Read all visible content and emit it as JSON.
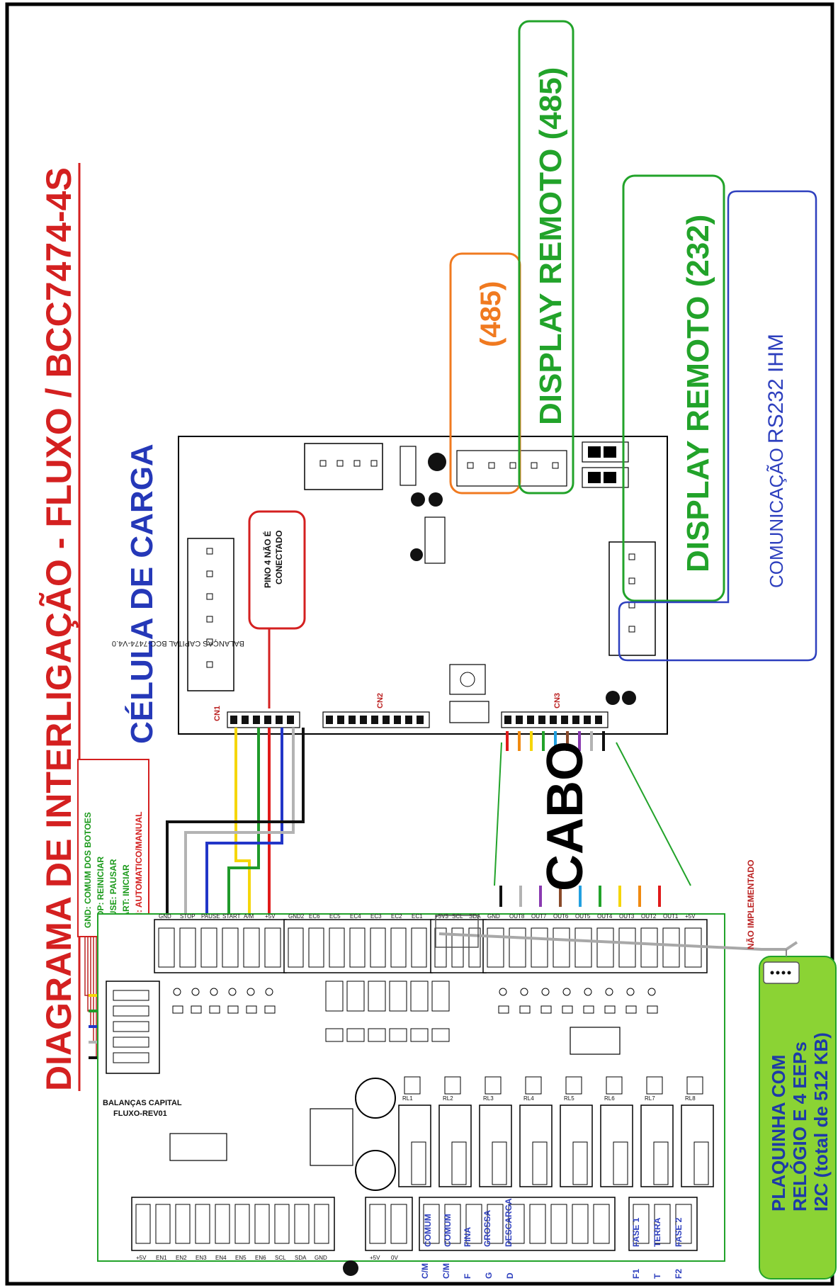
{
  "title": "DIAGRAMA DE INTERLIGAÇÃO - FLUXO / BCC7474-4S",
  "labels": {
    "celula_de_carga": "CÉLULA DE CARGA",
    "cabo": "CABO",
    "display_485_short": "(485)",
    "display_485": "DISPLAY REMOTO (485)",
    "display_232": "DISPLAY REMOTO (232)",
    "comunicacao_prefix": "COMUNICAÇÃO",
    "comunicacao_suffix": "RS232  IHM",
    "pino4": [
      "PINO 4 NÃO É",
      "CONECTADO"
    ],
    "board_silk": "BALANÇAS CAPITAL BCC-7474-V4.0",
    "cn1": "CN1",
    "cn2": "CN2",
    "cn3": "CN3",
    "nao_implementado": "NÃO IMPLEMENTADO",
    "plaquinha": [
      "PLAQUINHA COM",
      "RELÓGIO E 4 EEPs",
      "I2C (total de 512 KB)"
    ],
    "fluxo_board": [
      "BALANÇAS CAPITAL",
      "FLUXO-REV01"
    ]
  },
  "legend": [
    {
      "text": "GND: COMUM DOS BOTOES",
      "color": "#1a9a1a"
    },
    {
      "text": "STOP: REINICIAR",
      "color": "#1a9a1a"
    },
    {
      "text": "PAUSE: PAUSAR",
      "color": "#1a9a1a"
    },
    {
      "text": "START: INICIAR",
      "color": "#1a9a1a"
    },
    {
      "text": "A/M: AUTOMATICO/MANUAL",
      "color": "#1a9a1a"
    }
  ],
  "top_connectors": [
    "GND",
    "STOP",
    "PAUSE",
    "START",
    "A/M",
    "+5V",
    "GND2",
    "EC6",
    "EC5",
    "EC4",
    "EC3",
    "EC2",
    "EC1",
    "+5V3",
    "SCL",
    "SDA",
    "GND",
    "OUT8",
    "OUT7",
    "OUT6",
    "OUT5",
    "OUT4",
    "OUT3",
    "OUT2",
    "OUT1",
    "+5V"
  ],
  "bottom_connectors": [
    "+5V",
    "EN1",
    "EN2",
    "EN3",
    "EN4",
    "EN5",
    "EN6",
    "SCL",
    "SDA",
    "GND",
    "+5V",
    "0V",
    "C/M",
    "C/M",
    "F",
    "G",
    "D",
    "F1",
    "T",
    "F2"
  ],
  "bottom_labels_blue": [
    "COMUM",
    "COMUM",
    "FINA",
    "GROSSA",
    "DESCARGA",
    "FASE 1",
    "TERRA",
    "FASE 2"
  ],
  "bottom_letters": [
    "C/M",
    "C/M",
    "F",
    "G",
    "D",
    "F1",
    "T",
    "F2"
  ],
  "relays": [
    "RL1",
    "RL2",
    "RL3",
    "RL4",
    "RL5",
    "RL6",
    "RL7",
    "RL8"
  ],
  "colors": {
    "title_red": "#d42020",
    "celula_blue": "#2538b8",
    "orange": "#f07a20",
    "green": "#22a32a",
    "blue_box": "#2d3fbe",
    "red_box": "#d42020",
    "plaquinha_bg": "#8bd334",
    "plaquinha_text": "#1d3aa8"
  },
  "wires_cn1": [
    "#e01a1a",
    "#f5d60a",
    "#1f9a2a",
    "#2236c8",
    "#b3b3b3",
    "#111111"
  ],
  "wires_cn3": [
    "#e01a1a",
    "#f08a10",
    "#f5d60a",
    "#22a32a",
    "#22a0e0",
    "#8a4a2a",
    "#8a3ab0",
    "#b3b3b3",
    "#111111"
  ]
}
